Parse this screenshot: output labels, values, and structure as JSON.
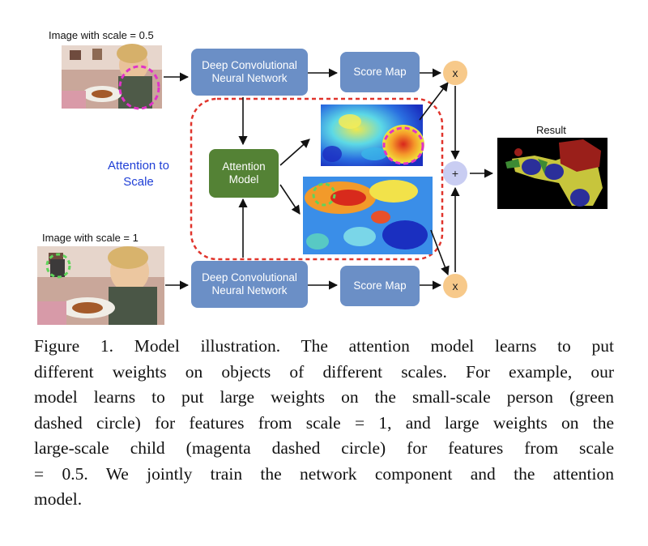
{
  "figure": {
    "image_small_label": "Image with scale = 0.5",
    "image_large_label": "Image with scale = 1",
    "attention_label_line1": "Attention to",
    "attention_label_line2": "Scale",
    "cnn_top_line1": "Deep Convolutional",
    "cnn_top_line2": "Neural Network",
    "cnn_bottom_line1": "Deep Convolutional",
    "cnn_bottom_line2": "Neural Network",
    "score_top": "Score Map",
    "score_bottom": "Score Map",
    "attention_model_line1": "Attention",
    "attention_model_line2": "Model",
    "mult_top": "x",
    "mult_bottom": "x",
    "sum": "+",
    "result_label": "Result"
  },
  "caption": {
    "lines": [
      "Figure 1. Model illustration.  The attention model learns to put",
      "different weights on objects of different scales. For example, our",
      "model learns to put large weights on the small-scale person (green",
      "dashed circle) for features from scale = 1, and large weights on the",
      "large-scale child (magenta dashed circle) for features from scale",
      "= 0.5.  We jointly train the network component and the attention",
      "model."
    ]
  },
  "colors": {
    "cnn_box": "#6b8fc6",
    "attention_box": "#548235",
    "attention_text": "#1f3fd6",
    "dashed_region": "#e0342c",
    "multiply_node": "#f7c98a",
    "sum_node": "#c9cdf2",
    "magenta_circle": "#e033c8",
    "green_circle": "#5fd45a"
  },
  "icons": {
    "photo_small": "photo-child-at-table-icon",
    "photo_large": "photo-child-at-table-icon",
    "heatmap_top": "attention-heatmap-icon",
    "heatmap_bottom": "attention-heatmap-icon",
    "result_map": "segmentation-result-icon"
  }
}
